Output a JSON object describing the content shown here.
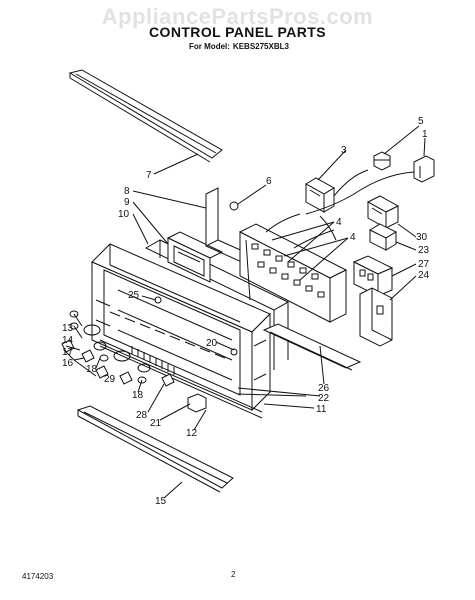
{
  "watermark": "AppliancePartsPros.com",
  "header": {
    "title": "CONTROL PANEL PARTS",
    "model_prefix": "For Model:",
    "model": "KEBS275XBL3"
  },
  "callouts": [
    "1",
    "3",
    "4",
    "4",
    "5",
    "6",
    "7",
    "8",
    "9",
    "10",
    "11",
    "12",
    "13",
    "14",
    "15",
    "16",
    "17",
    "18",
    "18",
    "20",
    "21",
    "22",
    "23",
    "24",
    "25",
    "26",
    "27",
    "28",
    "29",
    "30"
  ],
  "footer": {
    "doc_number": "4174203",
    "page": "2"
  }
}
